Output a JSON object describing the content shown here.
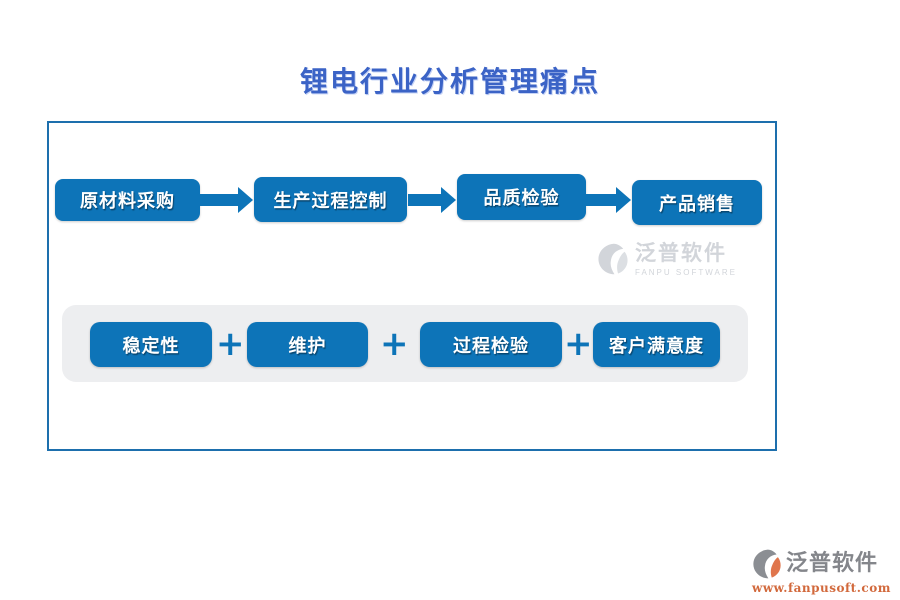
{
  "title": "锂电行业分析管理痛点",
  "flow": {
    "steps": [
      {
        "label": "原材料采购"
      },
      {
        "label": "生产过程控制"
      },
      {
        "label": "品质检验"
      },
      {
        "label": "产品销售"
      }
    ]
  },
  "pain_points": {
    "separator": "+",
    "items": [
      {
        "label": "稳定性"
      },
      {
        "label": "维护"
      },
      {
        "label": "过程检验"
      },
      {
        "label": "客户满意度"
      }
    ]
  },
  "watermark": {
    "name": "泛普软件",
    "subtitle": "FANPU SOFTWARE"
  },
  "footer_logo": {
    "name": "泛普软件",
    "url": "www.fanpusoft.com"
  },
  "colors": {
    "button_blue": "#0d74b8",
    "title_blue": "#3b63c6",
    "box_border_blue": "#1d6fad",
    "panel_gray": "#edeef0",
    "watermark_gray": "#d2d5da",
    "logo_text_gray": "#84868b",
    "url_orange": "#d2693c"
  }
}
